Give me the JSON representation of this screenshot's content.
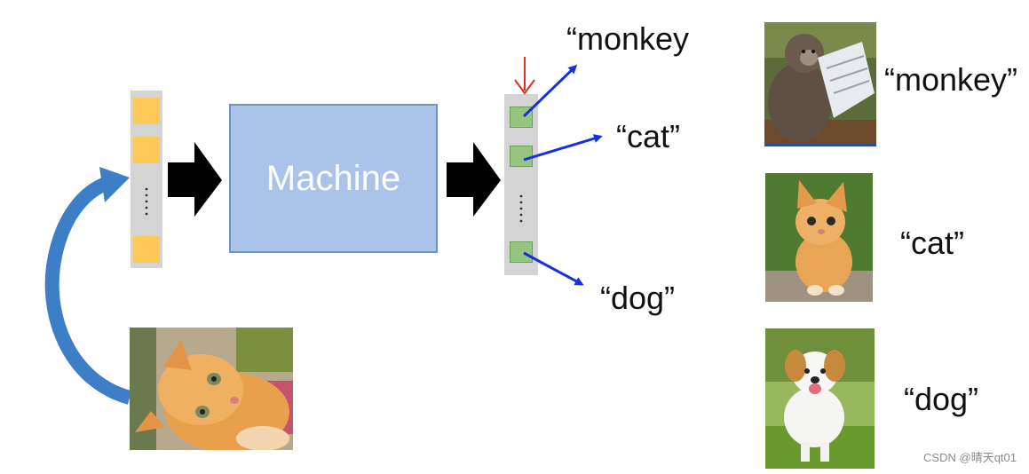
{
  "diagram": {
    "machine_label": "Machine",
    "output_labels": {
      "monkey": "“monkey",
      "cat": "“cat”",
      "dog": "“dog”"
    },
    "gallery_labels": {
      "monkey": "“monkey”",
      "cat": "“cat”",
      "dog": "“dog”"
    },
    "images": {
      "input": "cat-photo",
      "gallery": [
        "monkey-photo",
        "cat-photo",
        "dog-photo"
      ]
    }
  },
  "watermark": "CSDN @晴天qt01",
  "colors": {
    "machine_fill": "#a9c4e8",
    "input_cells": "#ffc95a",
    "output_cells": "#95c57f",
    "arrow_blue": "#1530e0",
    "curved_arrow": "#3d7fc6",
    "indicator_red": "#e0301e"
  }
}
